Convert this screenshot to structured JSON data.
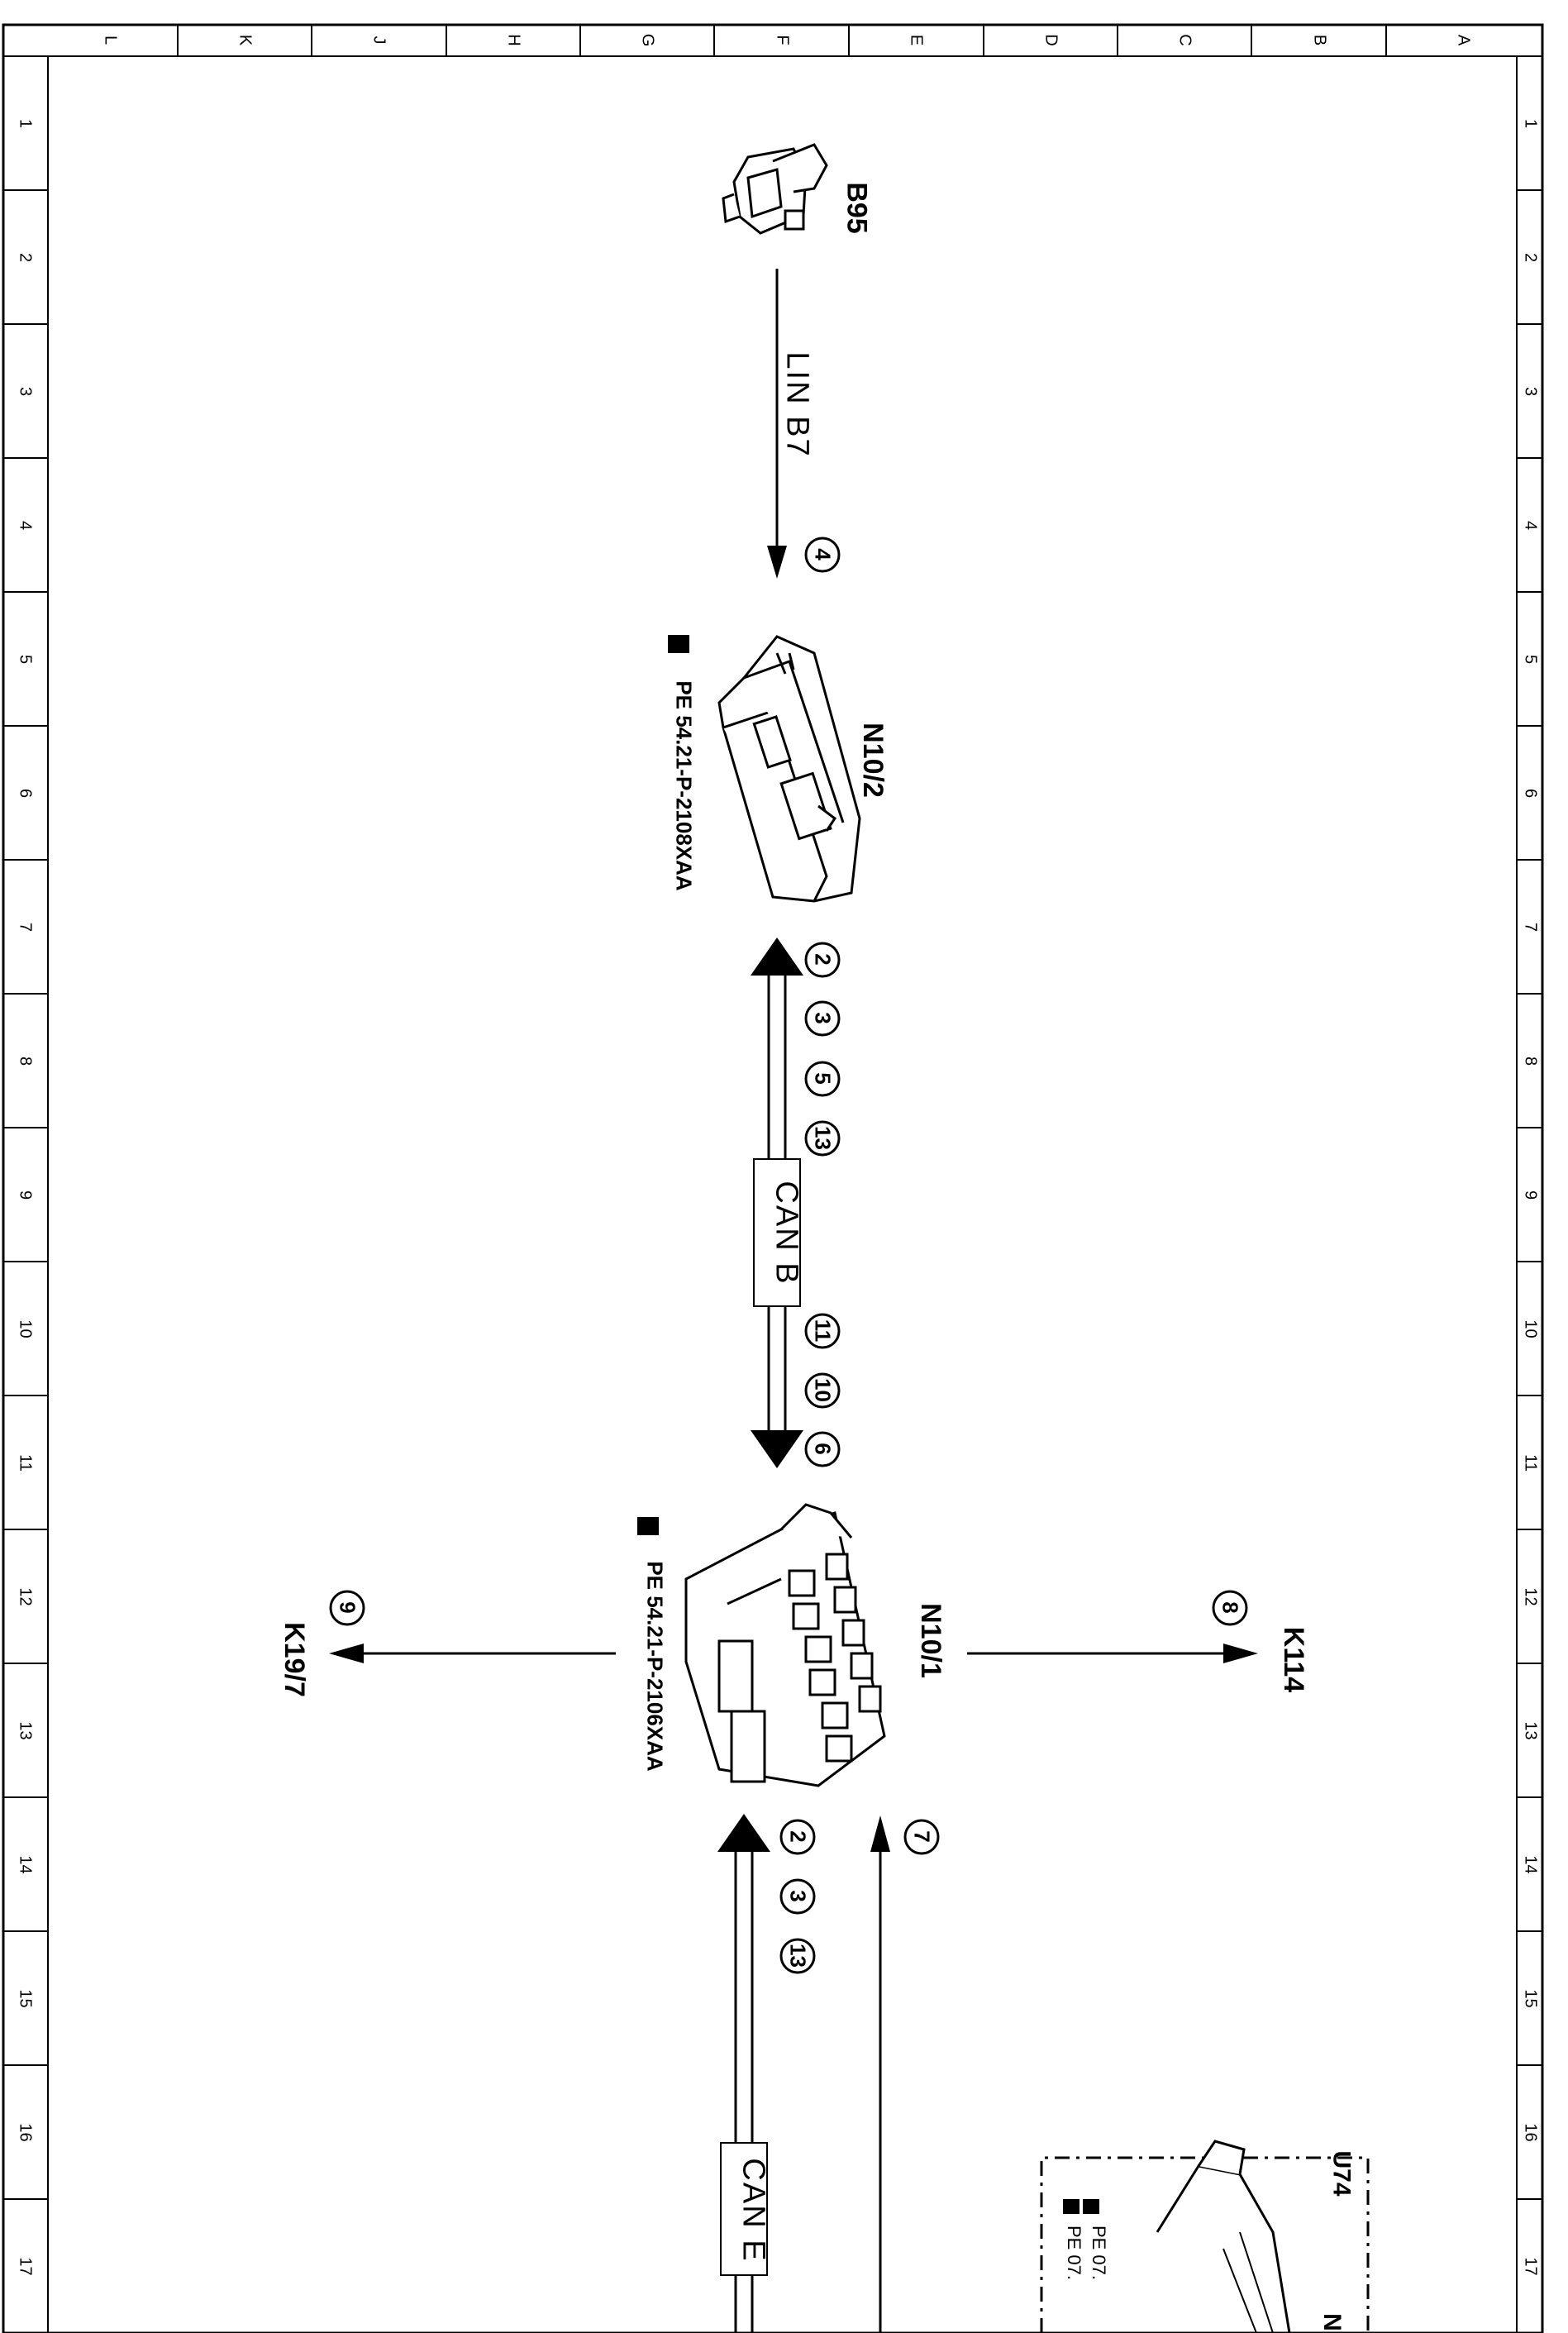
{
  "sheet": {
    "column_labels": [
      "L",
      "K",
      "J",
      "H",
      "G",
      "F",
      "E",
      "D",
      "C",
      "B",
      "A"
    ],
    "row_labels": [
      "1",
      "2",
      "3",
      "4",
      "5",
      "6",
      "7",
      "8",
      "9",
      "10",
      "11",
      "12",
      "13",
      "14",
      "15",
      "16",
      "17"
    ]
  },
  "components": {
    "b95": {
      "label": "B95"
    },
    "n10_2": {
      "label": "N10/2",
      "ref": "PE 54.21-P-2108XAA"
    },
    "n10_1": {
      "label": "N10/1",
      "ref": "PE 54.21-P-2106XAA"
    },
    "k114": {
      "label": "K114"
    },
    "k19_7": {
      "label": "K19/7"
    },
    "u74": {
      "label": "U74",
      "sub": "N",
      "ref1": "PE 07.",
      "ref2": "PE 07."
    }
  },
  "buses": {
    "lin": "LIN B7",
    "can_b": "CAN B",
    "can_e": "CAN E"
  },
  "badges": {
    "lin": [
      "4"
    ],
    "can_b_top": [
      "2",
      "3",
      "5",
      "13"
    ],
    "can_b_bottom": [
      "11",
      "10",
      "6"
    ],
    "k114": [
      "8"
    ],
    "k19_7": [
      "9"
    ],
    "can_e": [
      "2",
      "3",
      "13"
    ],
    "line7": [
      "7"
    ]
  }
}
